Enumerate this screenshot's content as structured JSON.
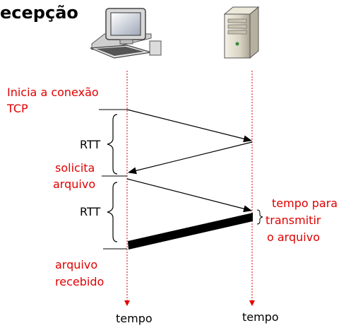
{
  "title_fragment": "ecepção",
  "labels": {
    "start_line1": "Inicia a conexão",
    "start_line2": "TCP",
    "rtt1": "RTT",
    "rtt2": "RTT",
    "req_line1": "solicita",
    "req_line2": "arquivo",
    "tx_line1": "tempo para",
    "tx_line2": "transmitir",
    "tx_line3": "o arquivo",
    "recv_line1": "arquivo",
    "recv_line2": "recebido",
    "time_client": "tempo",
    "time_server": "tempo"
  },
  "icons": {
    "client": "desktop-computer-icon",
    "server": "server-tower-icon"
  },
  "colors": {
    "annotation": "#e00000",
    "timeline": "#e00000",
    "arrows": "#000000"
  }
}
